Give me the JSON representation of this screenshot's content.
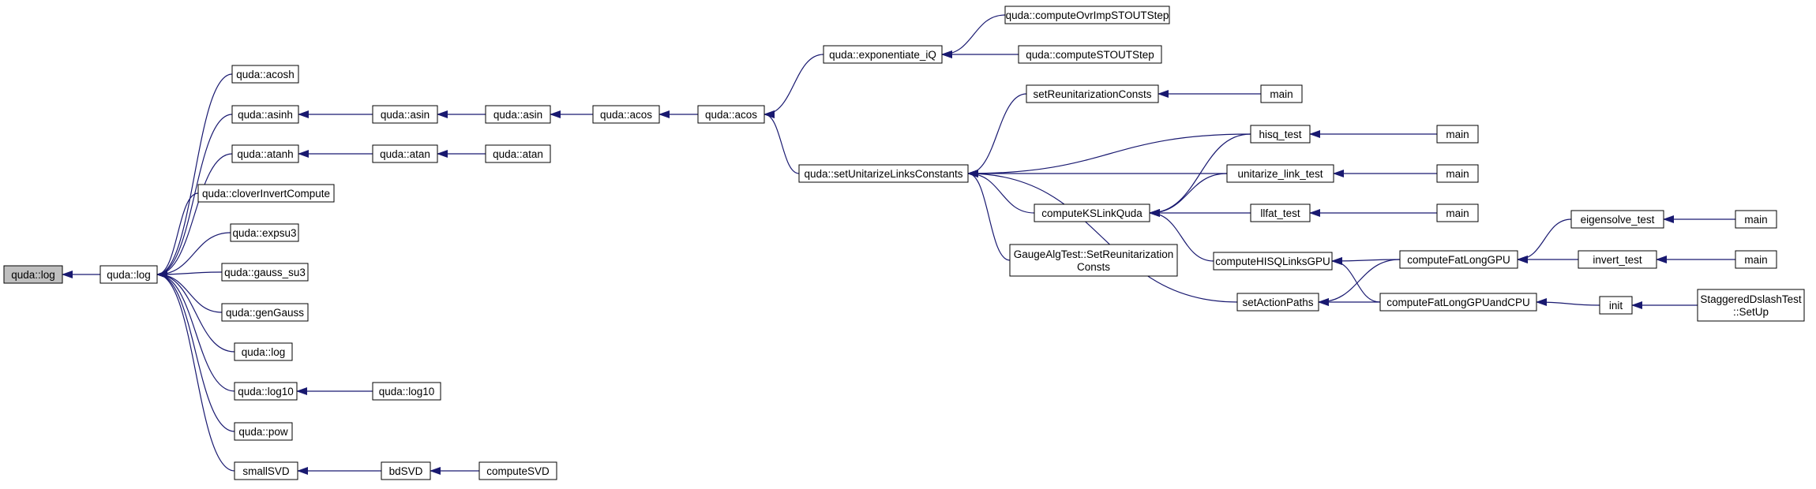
{
  "colors": {
    "edge": "#191970",
    "node_border": "#000000",
    "node_fill": "#ffffff",
    "root_fill": "#bfbfbf",
    "background": "#ffffff"
  },
  "nodes": {
    "root": {
      "lines": [
        "quda::log"
      ],
      "root": true
    },
    "log_main": {
      "lines": [
        "quda::log"
      ]
    },
    "acosh": {
      "lines": [
        "quda::acosh"
      ]
    },
    "asinh": {
      "lines": [
        "quda::asinh"
      ]
    },
    "atanh": {
      "lines": [
        "quda::atanh"
      ]
    },
    "clover": {
      "lines": [
        "quda::cloverInvertCompute"
      ]
    },
    "expsu3": {
      "lines": [
        "quda::expsu3"
      ]
    },
    "gauss": {
      "lines": [
        "quda::gauss_su3"
      ]
    },
    "gengauss": {
      "lines": [
        "quda::genGauss"
      ]
    },
    "log2": {
      "lines": [
        "quda::log"
      ]
    },
    "log10": {
      "lines": [
        "quda::log10"
      ]
    },
    "pow": {
      "lines": [
        "quda::pow"
      ]
    },
    "smallsvd": {
      "lines": [
        "smallSVD"
      ]
    },
    "asin1": {
      "lines": [
        "quda::asin"
      ]
    },
    "atan1": {
      "lines": [
        "quda::atan"
      ]
    },
    "log10b": {
      "lines": [
        "quda::log10"
      ]
    },
    "bdsvd": {
      "lines": [
        "bdSVD"
      ]
    },
    "asin2": {
      "lines": [
        "quda::asin"
      ]
    },
    "atan2": {
      "lines": [
        "quda::atan"
      ]
    },
    "computesvd": {
      "lines": [
        "computeSVD"
      ]
    },
    "acos1": {
      "lines": [
        "quda::acos"
      ]
    },
    "acos2": {
      "lines": [
        "quda::acos"
      ]
    },
    "expiq": {
      "lines": [
        "quda::exponentiate_iQ"
      ]
    },
    "setunit": {
      "lines": [
        "quda::setUnitarizeLinksConstants"
      ]
    },
    "ovrimp": {
      "lines": [
        "quda::computeOvrImpSTOUTStep"
      ]
    },
    "stout": {
      "lines": [
        "quda::computeSTOUTStep"
      ]
    },
    "setreuni": {
      "lines": [
        "setReunitarizationConsts"
      ]
    },
    "ksquda": {
      "lines": [
        "computeKSLinkQuda"
      ]
    },
    "gaugealg": {
      "lines": [
        "GaugeAlgTest::SetReunitarization",
        "Consts"
      ]
    },
    "setaction": {
      "lines": [
        "setActionPaths"
      ]
    },
    "main_sr": {
      "lines": [
        "main"
      ]
    },
    "hisqtest": {
      "lines": [
        "hisq_test"
      ]
    },
    "unittest": {
      "lines": [
        "unitarize_link_test"
      ]
    },
    "llfat": {
      "lines": [
        "llfat_test"
      ]
    },
    "hisqgpu": {
      "lines": [
        "computeHISQLinksGPU"
      ]
    },
    "main_h": {
      "lines": [
        "main"
      ]
    },
    "main_u": {
      "lines": [
        "main"
      ]
    },
    "main_l": {
      "lines": [
        "main"
      ]
    },
    "fatlong": {
      "lines": [
        "computeFatLongGPU"
      ]
    },
    "fatlongcpu": {
      "lines": [
        "computeFatLongGPUandCPU"
      ]
    },
    "eigen": {
      "lines": [
        "eigensolve_test"
      ]
    },
    "invert": {
      "lines": [
        "invert_test"
      ]
    },
    "init": {
      "lines": [
        "init"
      ]
    },
    "main_e": {
      "lines": [
        "main"
      ]
    },
    "main_i": {
      "lines": [
        "main"
      ]
    },
    "stagsetup": {
      "lines": [
        "StaggeredDslashTest",
        "::SetUp"
      ]
    }
  },
  "edges": [
    [
      "log_main",
      "root"
    ],
    [
      "acosh",
      "log_main"
    ],
    [
      "asinh",
      "log_main"
    ],
    [
      "atanh",
      "log_main"
    ],
    [
      "clover",
      "log_main"
    ],
    [
      "expsu3",
      "log_main"
    ],
    [
      "gauss",
      "log_main"
    ],
    [
      "gengauss",
      "log_main"
    ],
    [
      "log2",
      "log_main"
    ],
    [
      "log10",
      "log_main"
    ],
    [
      "pow",
      "log_main"
    ],
    [
      "smallsvd",
      "log_main"
    ],
    [
      "asin1",
      "asinh"
    ],
    [
      "atan1",
      "atanh"
    ],
    [
      "log10b",
      "log10"
    ],
    [
      "bdsvd",
      "smallsvd"
    ],
    [
      "asin2",
      "asin1"
    ],
    [
      "atan2",
      "atan1"
    ],
    [
      "computesvd",
      "bdsvd"
    ],
    [
      "acos1",
      "asin2"
    ],
    [
      "acos2",
      "acos1"
    ],
    [
      "expiq",
      "acos2"
    ],
    [
      "setunit",
      "acos2"
    ],
    [
      "ovrimp",
      "expiq"
    ],
    [
      "stout",
      "expiq"
    ],
    [
      "setreuni",
      "setunit"
    ],
    [
      "hisqtest",
      "setunit"
    ],
    [
      "unittest",
      "setunit"
    ],
    [
      "ksquda",
      "setunit"
    ],
    [
      "gaugealg",
      "setunit"
    ],
    [
      "setaction",
      "setunit"
    ],
    [
      "main_sr",
      "setreuni"
    ],
    [
      "hisqtest",
      "ksquda"
    ],
    [
      "unittest",
      "ksquda"
    ],
    [
      "llfat",
      "ksquda"
    ],
    [
      "hisqgpu",
      "ksquda"
    ],
    [
      "main_h",
      "hisqtest"
    ],
    [
      "main_u",
      "unittest"
    ],
    [
      "main_l",
      "llfat"
    ],
    [
      "fatlong",
      "hisqgpu"
    ],
    [
      "fatlongcpu",
      "hisqgpu"
    ],
    [
      "fatlong",
      "setaction"
    ],
    [
      "fatlongcpu",
      "setaction"
    ],
    [
      "eigen",
      "fatlong"
    ],
    [
      "invert",
      "fatlong"
    ],
    [
      "init",
      "fatlongcpu"
    ],
    [
      "main_e",
      "eigen"
    ],
    [
      "main_i",
      "invert"
    ],
    [
      "stagsetup",
      "init"
    ]
  ]
}
